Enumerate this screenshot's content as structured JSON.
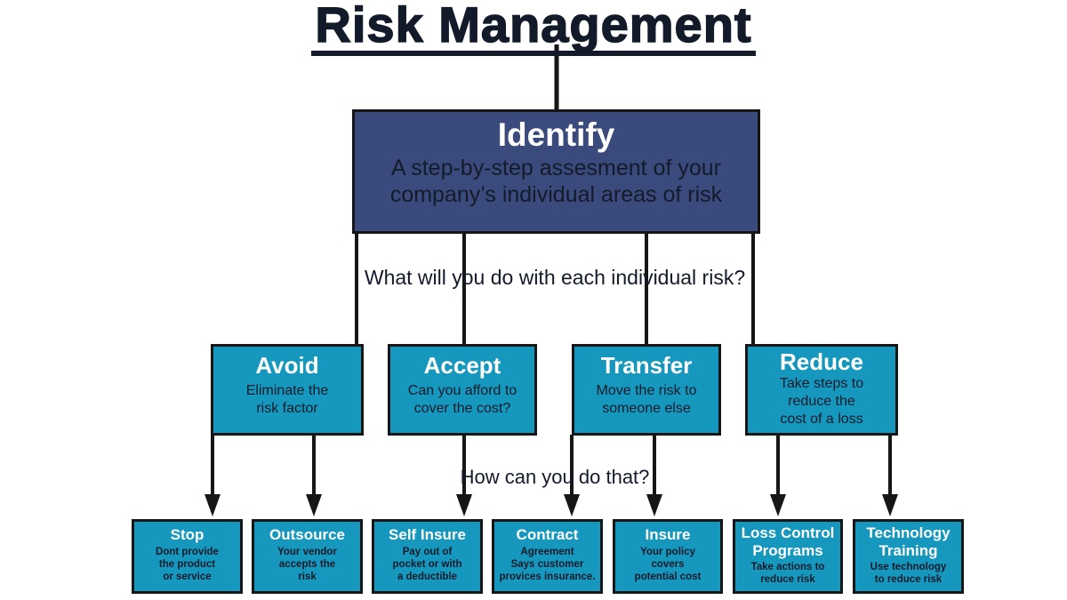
{
  "title": "Risk Management",
  "colors": {
    "navy": "#3B4A7C",
    "teal": "#1697BD",
    "line": "#161616",
    "text-dark": "#131b2a"
  },
  "identify": {
    "title": "Identify",
    "description": "A step-by-step assesment of your\ncompany’s individual areas of risk"
  },
  "questions": {
    "what": "What will you do with each individual risk?",
    "how": "How can you do that?"
  },
  "strategies": [
    {
      "title": "Avoid",
      "description": "Eliminate the\nrisk factor"
    },
    {
      "title": "Accept",
      "description": "Can you afford to\ncover the cost?"
    },
    {
      "title": "Transfer",
      "description": "Move the risk to\nsomeone else"
    },
    {
      "title": "Reduce",
      "description": "Take steps to\nreduce the\ncost of a loss"
    }
  ],
  "tactics": [
    {
      "title": "Stop",
      "description": "Dont provide\nthe product\nor service"
    },
    {
      "title": "Outsource",
      "description": "Your vendor\naccepts the\nrisk"
    },
    {
      "title": "Self Insure",
      "description": "Pay out of\npocket or with\na deductible"
    },
    {
      "title": "Contract",
      "description": "Agreement\nSays customer\nprovices insurance."
    },
    {
      "title": "Insure",
      "description": "Your policy\ncovers\npotential cost"
    },
    {
      "title": "Loss Control\nPrograms",
      "description": "Take actions to\nreduce risk"
    },
    {
      "title": "Technology\nTraining",
      "description": "Use technology\nto reduce risk"
    }
  ]
}
